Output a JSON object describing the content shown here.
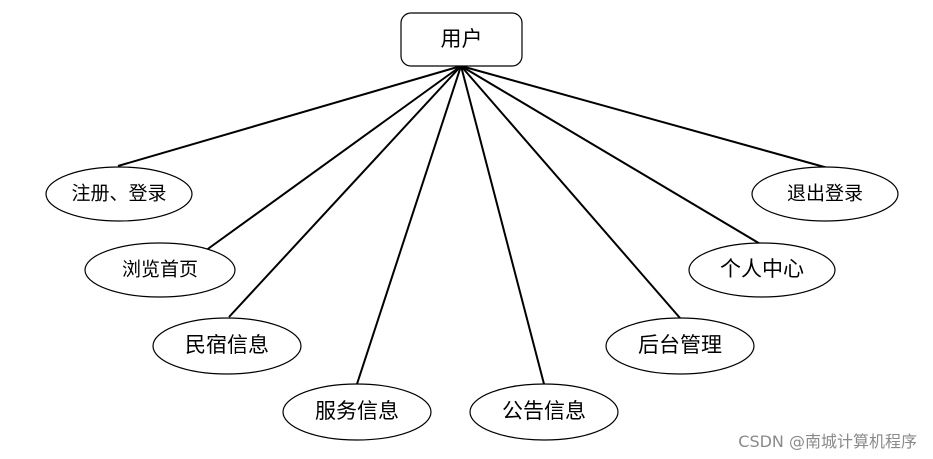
{
  "diagram": {
    "root": {
      "label": "用户"
    },
    "children": [
      {
        "label": "注册、登录"
      },
      {
        "label": "浏览首页"
      },
      {
        "label": "民宿信息"
      },
      {
        "label": "服务信息"
      },
      {
        "label": "公告信息"
      },
      {
        "label": "后台管理"
      },
      {
        "label": "个人中心"
      },
      {
        "label": "退出登录"
      }
    ]
  },
  "watermark": "CSDN @南城计算机程序",
  "colors": {
    "stroke": "#000000",
    "fill": "#ffffff",
    "watermark": "#8a8a8a"
  }
}
